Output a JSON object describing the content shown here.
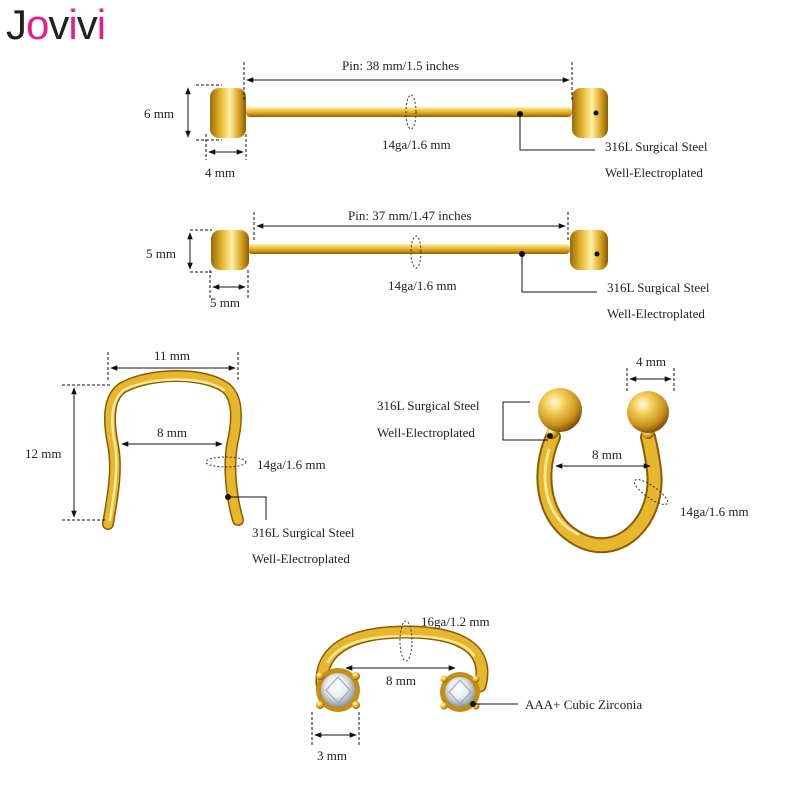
{
  "brand": {
    "name": "Jovivi",
    "primary_color": "#231f20",
    "accent_color": "#e61e8c"
  },
  "colors": {
    "gold_light": "#fff0a6",
    "gold_mid": "#e6b62c",
    "gold_dark": "#9a6a08",
    "line": "#111111"
  },
  "barbell_1": {
    "pin_length": "Pin: 38 mm/1.5 inches",
    "end_height": "6 mm",
    "end_width": "4 mm",
    "gauge": "14ga/1.6 mm",
    "material": "316L Surgical Steel",
    "finish": "Well-Electroplated"
  },
  "barbell_2": {
    "pin_length": "Pin: 37 mm/1.47 inches",
    "end_height": "5 mm",
    "end_width": "5 mm",
    "gauge": "14ga/1.6 mm",
    "material": "316L Surgical Steel",
    "finish": "Well-Electroplated"
  },
  "septum_retainer": {
    "width": "11 mm",
    "height": "12 mm",
    "inner_width": "8 mm",
    "gauge": "14ga/1.6 mm",
    "material": "316L Surgical Steel",
    "finish": "Well-Electroplated"
  },
  "horseshoe": {
    "ball_size": "4 mm",
    "material": "316L Surgical Steel",
    "finish": "Well-Electroplated",
    "inner_diameter": "8 mm",
    "gauge": "14ga/1.6 mm"
  },
  "cz_horseshoe": {
    "gauge": "16ga/1.2 mm",
    "inner_diameter": "8 mm",
    "stone_size": "3 mm",
    "stone": "AAA+ Cubic Zirconia"
  }
}
